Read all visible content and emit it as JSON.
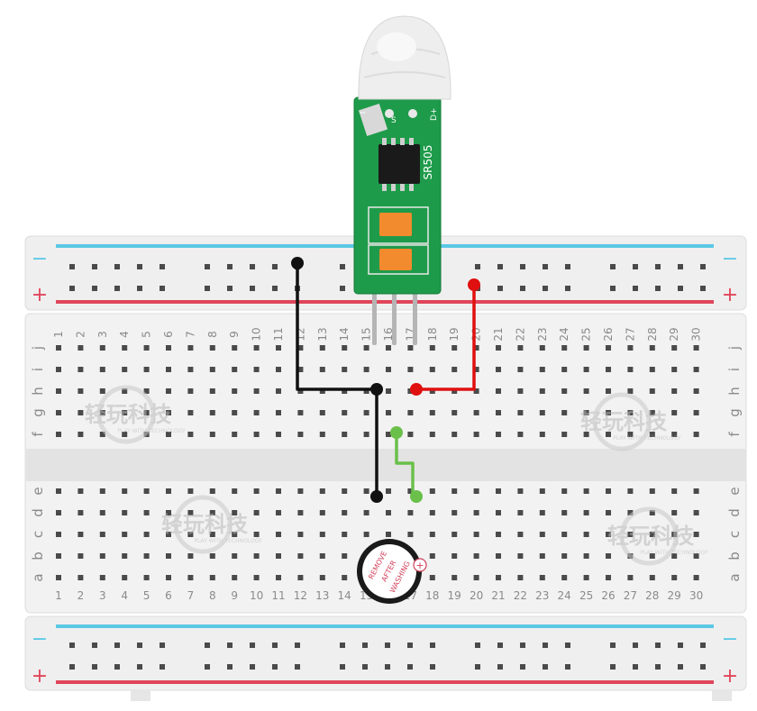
{
  "breadboard": {
    "columns": [
      "1",
      "2",
      "3",
      "4",
      "5",
      "6",
      "7",
      "8",
      "9",
      "10",
      "11",
      "12",
      "13",
      "14",
      "15",
      "16",
      "17",
      "18",
      "19",
      "20",
      "21",
      "22",
      "23",
      "24",
      "25",
      "26",
      "27",
      "28",
      "29",
      "30"
    ],
    "rows_top": [
      "j",
      "i",
      "h",
      "g",
      "f"
    ],
    "rows_bottom": [
      "e",
      "d",
      "c",
      "b",
      "a"
    ],
    "rail_minus": "−",
    "rail_plus": "+",
    "colors": {
      "board": "#f2f2f2",
      "hole": "#4a4a4a",
      "label": "#8a8a8a",
      "rail_blue": "#5bc8e6",
      "rail_red": "#e0455a"
    }
  },
  "sensor": {
    "model": "SR505",
    "pin_plus": "D+",
    "pin_minus": "−",
    "pin_s": "S",
    "colors": {
      "pcb": "#1e9b4a",
      "dome": "#eeeeee",
      "pad": "#f28a2e"
    }
  },
  "buzzer": {
    "line1": "REMOVE",
    "line2": "AFTER",
    "line3": "WASHING",
    "plus": "+"
  },
  "watermark": {
    "text": "轻玩科技",
    "sub": "PLAY WITH TECHNOLOGY"
  },
  "wires": {
    "black": "#111111",
    "red": "#e01010",
    "green": "#6ac04a"
  }
}
